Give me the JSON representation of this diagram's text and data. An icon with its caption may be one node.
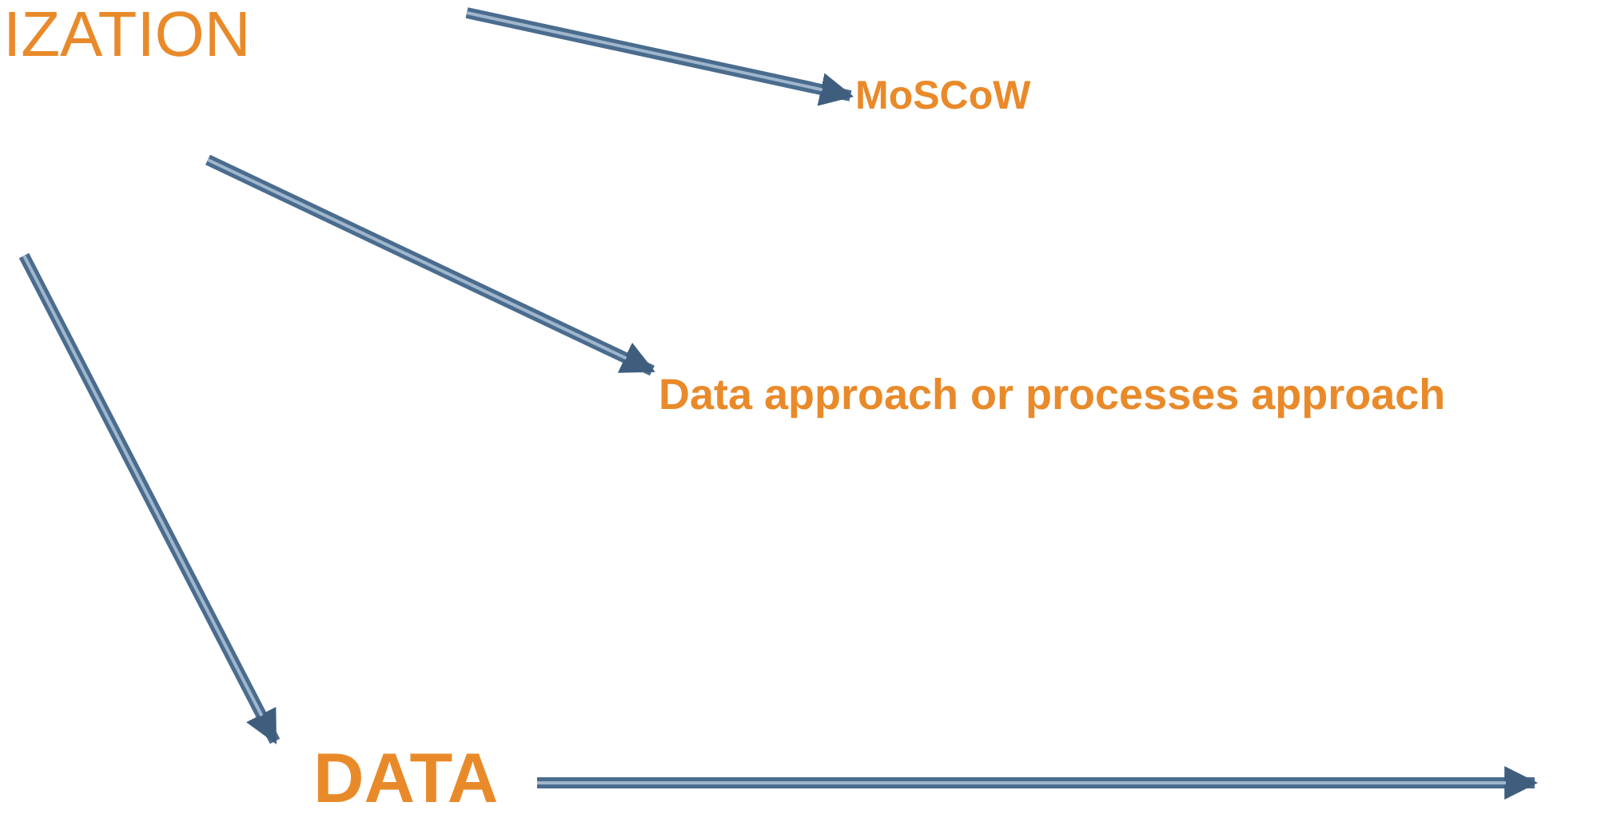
{
  "diagram": {
    "nodes": [
      {
        "text": [
          "MoSCoW"
        ]
      },
      {
        "text": [
          "Data approach or processes approach"
        ]
      },
      {
        "text": [
          "DATA"
        ]
      }
    ],
    "edges": [
      {
        "from": null,
        "to": 0,
        "arrow": "to"
      },
      {
        "from": null,
        "to": 1,
        "arrow": "to"
      },
      {
        "from": null,
        "to": 2,
        "arrow": "to"
      },
      {
        "from": 2,
        "to": null,
        "arrow": "to"
      }
    ],
    "labels": [
      "IZATION"
    ]
  }
}
